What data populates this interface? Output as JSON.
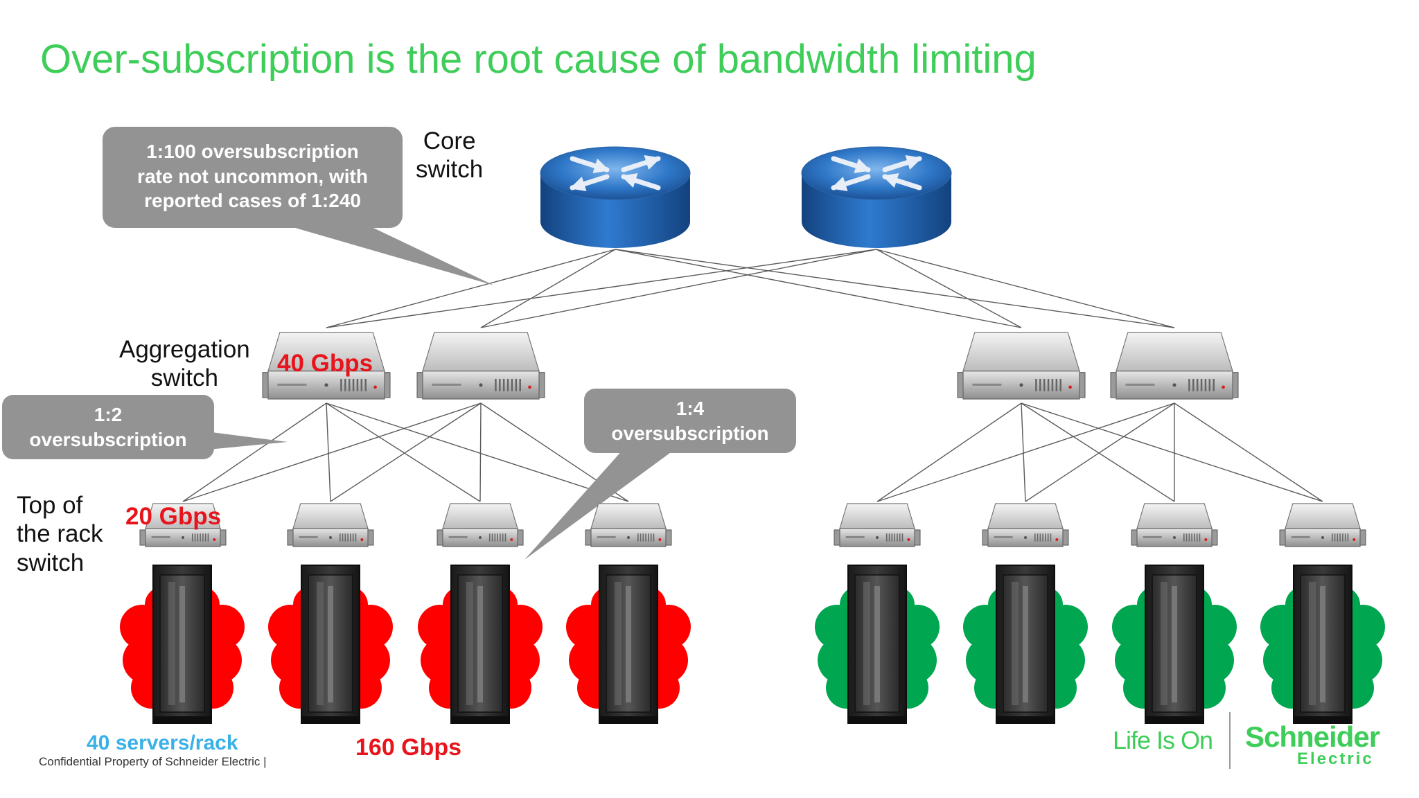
{
  "title": "Over-subscription is the root cause of bandwidth limiting",
  "labels": {
    "core_switch": "Core\nswitch",
    "aggregation_switch": "Aggregation\nswitch",
    "top_of_rack_switch": "Top of\nthe rack\nswitch"
  },
  "rates": {
    "aggregation": "40 Gbps",
    "top_of_rack": "20 Gbps"
  },
  "callouts": {
    "core": "1:100 oversubscription\nrate not uncommon, with\nreported cases of 1:240",
    "aggregation": "1:2\noversubscription",
    "rack": "1:4\noversubscription"
  },
  "footer": {
    "servers_per_rack": "40 servers/rack",
    "total_bandwidth": "160 Gbps",
    "confidential": "Confidential Property of Schneider Electric |"
  },
  "brand": {
    "slogan": "Life Is On",
    "name": "Schneider",
    "sub": "Electric"
  },
  "colors": {
    "title": "#3dcd58",
    "rate": "#e8141c",
    "servers_label": "#3ab1e6",
    "hot_cloud": "#ff0000",
    "cool_cloud": "#00a650",
    "callout": "#939393",
    "router": "#1f6fc0"
  },
  "icons": [
    "router-icon",
    "server-switch-icon",
    "rack-cabinet-icon",
    "heat-cloud-icon"
  ],
  "cloud_status": [
    "hot",
    "hot",
    "hot",
    "hot",
    "cool",
    "cool",
    "cool",
    "cool"
  ]
}
